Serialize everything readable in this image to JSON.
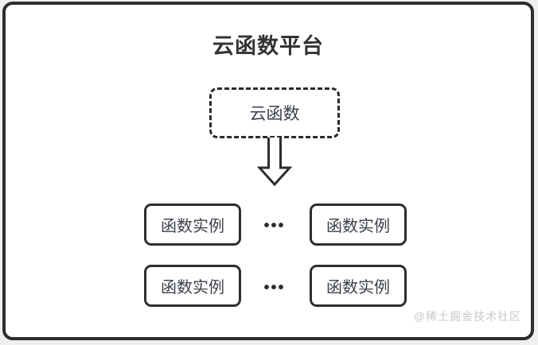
{
  "diagram": {
    "title": "云函数平台",
    "cloud_function_box": {
      "label": "云函数"
    },
    "arrow": {
      "direction": "down",
      "style": "hollow-block-arrow"
    },
    "instance_rows": [
      {
        "left": "函数实例",
        "dots": "•••",
        "right": "函数实例"
      },
      {
        "left": "函数实例",
        "dots": "•••",
        "right": "函数实例"
      }
    ],
    "watermark": "@稀土掘金技术社区",
    "colors": {
      "border": "#2d2d2d",
      "box_text": "#3b4048",
      "title_text": "#333333",
      "watermark_text": "#c9c9c9",
      "inner_background": "#ffffff",
      "outer_background": "#efefef"
    }
  }
}
